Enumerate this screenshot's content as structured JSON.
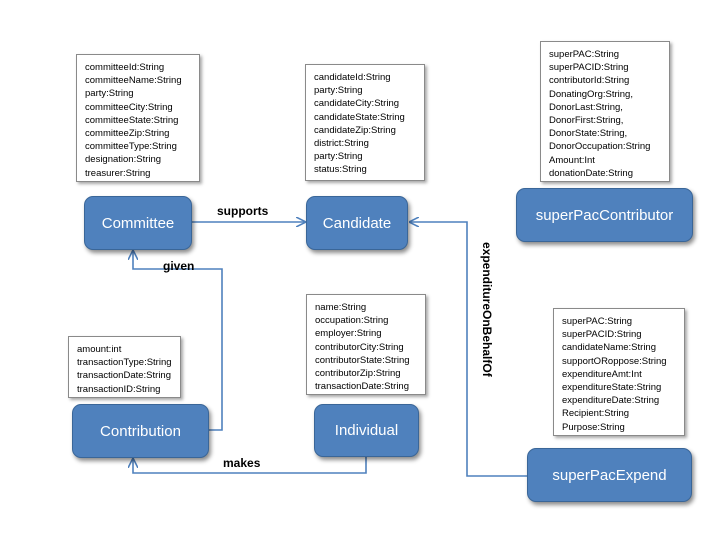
{
  "entities": {
    "committee": "Committee",
    "candidate": "Candidate",
    "super_pac_contributor": "superPacContributor",
    "contribution": "Contribution",
    "individual": "Individual",
    "super_pac_expend": "superPacExpend"
  },
  "attributes": {
    "committee": [
      "committeeId:String",
      "committeeName:String",
      "party:String",
      "committeeCity:String",
      "committeeState:String",
      "committeeZip:String",
      "committeeType:String",
      "designation:String",
      "treasurer:String"
    ],
    "candidate": [
      "candidateId:String",
      "party:String",
      "candidateCity:String",
      "candidateState:String",
      "candidateZip:String",
      "district:String",
      "party:String",
      "status:String"
    ],
    "super_pac_contributor": [
      "superPAC:String",
      "superPACID:String",
      "contributorId:String",
      "DonatingOrg:String,",
      "DonorLast:String,",
      "DonorFirst:String,",
      "DonorState:String,",
      "DonorOccupation:String",
      "Amount:Int",
      "donationDate:String"
    ],
    "contribution": [
      "amount:int",
      "transactionType:String",
      "transactionDate:String",
      "transactionID:String"
    ],
    "individual": [
      "name:String",
      "occupation:String",
      "employer:String",
      "contributorCity:String",
      "contributorState:String",
      "contributorZip:String",
      "transactionDate:String"
    ],
    "super_pac_expend": [
      "superPAC:String",
      "superPACID:String",
      "candidateName:String",
      "supportORoppose:String",
      "expenditureAmt:Int",
      "expenditureState:String",
      "expenditureDate:String",
      "Recipient:String",
      "Purpose:String"
    ]
  },
  "relationships": {
    "supports": "supports",
    "given": "given",
    "makes": "makes",
    "expenditure_on_behalf_of": "expenditureOnBehalfOf"
  },
  "colors": {
    "entity_fill": "#4f81bd",
    "entity_border": "#3a6698",
    "edge": "#4f81bd"
  }
}
